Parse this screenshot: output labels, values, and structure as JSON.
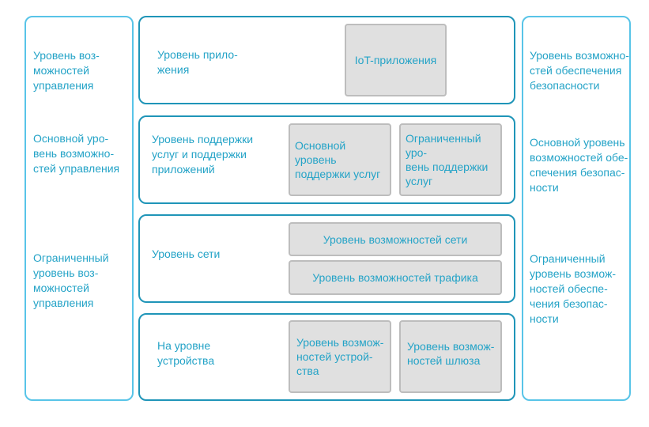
{
  "left_column": {
    "mgmt_capabilities": "Уровень воз-\nможностей\nуправления",
    "mgmt_basic": "Основной уро-\nвень возможно-\nстей управления",
    "mgmt_limited": "Ограниченный\nуровень воз-\nможностей\nуправления"
  },
  "right_column": {
    "security_capabilities": "Уровень возможно-\nстей обеспечения\nбезопасности",
    "security_basic": "Основной уровень\nвозможностей обе-\nспечения безопас-\nности",
    "security_limited": "Ограниченный\nуровень возмож-\nностей обеспе-\nчения безопас-\nности"
  },
  "application_layer": {
    "label": "Уровень прило-\nжения",
    "iot_apps": "IoT-приложения"
  },
  "service_support_layer": {
    "label": "Уровень поддержки\nуслуг и поддержки\nприложений",
    "basic_support": "Основной уровень\nподдержки услуг",
    "limited_support": "Ограниченный уро-\nвень поддержки\nуслуг"
  },
  "network_layer": {
    "label": "Уровень сети",
    "network_capabilities": "Уровень возможностей сети",
    "traffic_capabilities": "Уровень возможностей трафика"
  },
  "device_layer": {
    "label": "На уровне\nустройства",
    "device_capabilities": "Уровень возмож-\nностей устрой-\nства",
    "gateway_capabilities": "Уровень возмож-\nностей шлюза"
  },
  "colors": {
    "text": "#24a3c7",
    "side_border": "#58c4e8",
    "layer_border": "#1f95b8",
    "box_fill": "#e0e0e0",
    "box_border": "#bdbdbd"
  }
}
